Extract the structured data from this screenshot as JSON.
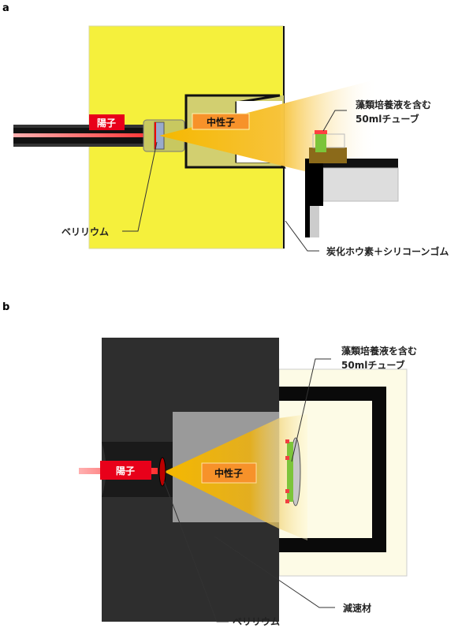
{
  "panels": [
    {
      "letter": "a",
      "proton": "陽子",
      "neutron": "中性子",
      "tube_line1": "藻類培養液を含む",
      "tube_line2": "50mlチューブ",
      "beryllium": "ベリリウム",
      "shield": "炭化ホウ素＋シリコーンゴム"
    },
    {
      "letter": "b",
      "proton": "陽子",
      "neutron": "中性子",
      "tube_line1": "藻類培養液を含む",
      "tube_line2": "50mlチューブ",
      "beryllium": "ベリリウム",
      "moderator": "減速材"
    }
  ],
  "colors": {
    "yellow_block": "#f5f03c",
    "dark_block": "#2e2e2e",
    "proton_red": "#e8001a",
    "neutron_orange": "#f7922a",
    "beam_gold": "#f5b800",
    "cream": "#fdfbe6",
    "moderator_grey": "#9a9a9a"
  }
}
